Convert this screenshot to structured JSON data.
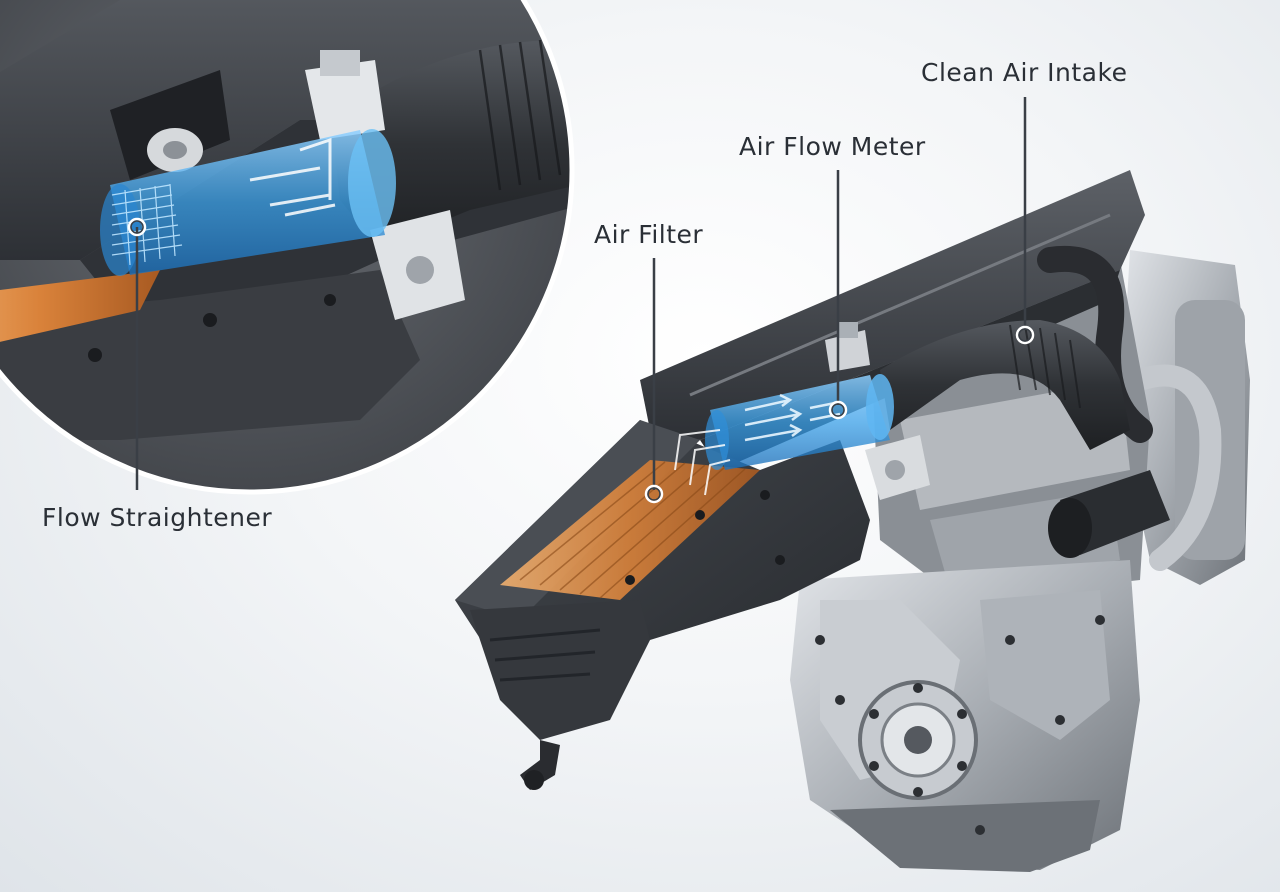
{
  "labels": {
    "flow_straightener": "Flow Straightener",
    "air_filter": "Air Filter",
    "air_flow_meter": "Air Flow Meter",
    "clean_air_intake": "Clean Air Intake"
  },
  "colors": {
    "background": "#eef1f4",
    "engine_dark": "#3a3d42",
    "engine_mid": "#5a5e64",
    "metal": "#b8bcc2",
    "filter_orange": "#d9823a",
    "flow_tube_blue": "#3aa0e8",
    "leader_line": "#3a3f46"
  }
}
